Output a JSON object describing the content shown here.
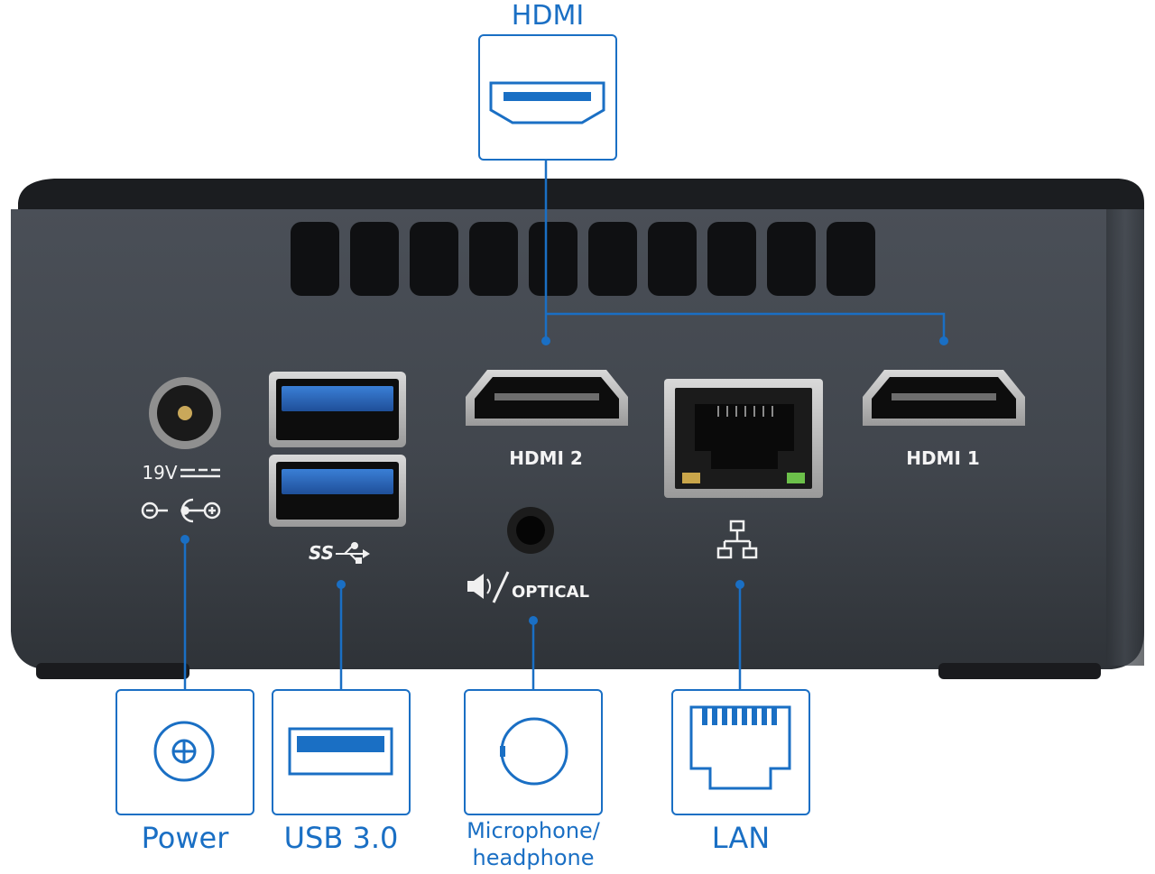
{
  "callouts": {
    "hdmi": "HDMI",
    "power": "Power",
    "usb": "USB 3.0",
    "audio": "Microphone/ headphone",
    "audio_line1": "Microphone/",
    "audio_line2": "headphone",
    "lan": "LAN"
  },
  "device_labels": {
    "hdmi2": "HDMI 2",
    "hdmi1": "HDMI 1",
    "voltage": "19V",
    "optical": "OPTICAL",
    "usb_logo": "SS"
  },
  "colors": {
    "accent": "#1a6fc4",
    "chassis": "#3f444b",
    "usb_blue": "#1f5fb3"
  },
  "icons": [
    "hdmi-port-icon",
    "power-jack-icon",
    "usb-port-icon",
    "audio-jack-icon",
    "lan-port-icon",
    "network-icon",
    "speaker-icon",
    "usb-ss-icon",
    "dc-polarity-icon"
  ]
}
